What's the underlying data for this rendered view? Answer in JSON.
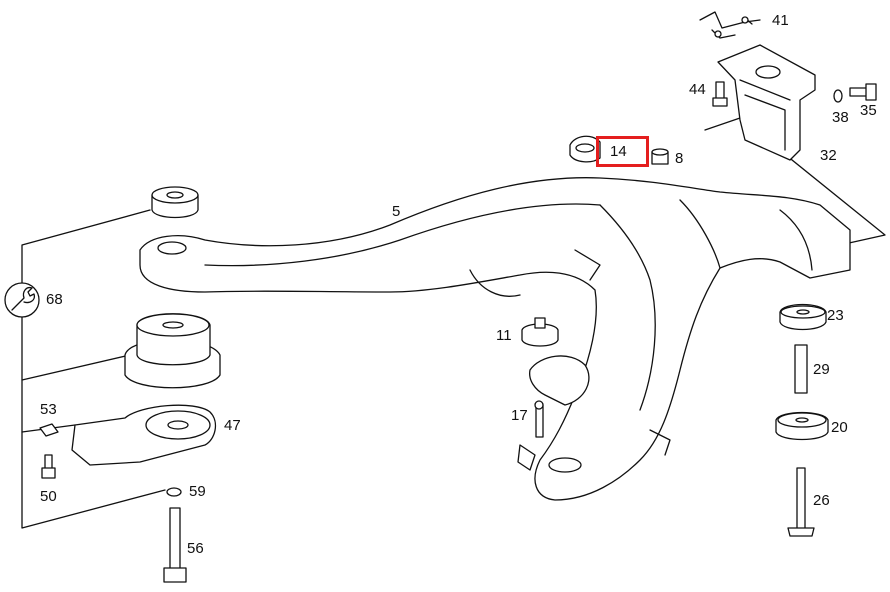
{
  "diagram": {
    "highlight_color": "#e41e1e",
    "callouts": {
      "p5": "5",
      "p8": "8",
      "p11": "11",
      "p14": "14",
      "p17": "17",
      "p20": "20",
      "p23": "23",
      "p26": "26",
      "p29": "29",
      "p32": "32",
      "p35": "35",
      "p38": "38",
      "p41": "41",
      "p44": "44",
      "p47": "47",
      "p50": "50",
      "p53": "53",
      "p56": "56",
      "p59": "59",
      "p68": "68"
    },
    "highlighted_part": "14",
    "icons": {
      "kit": "wrench-icon"
    }
  }
}
